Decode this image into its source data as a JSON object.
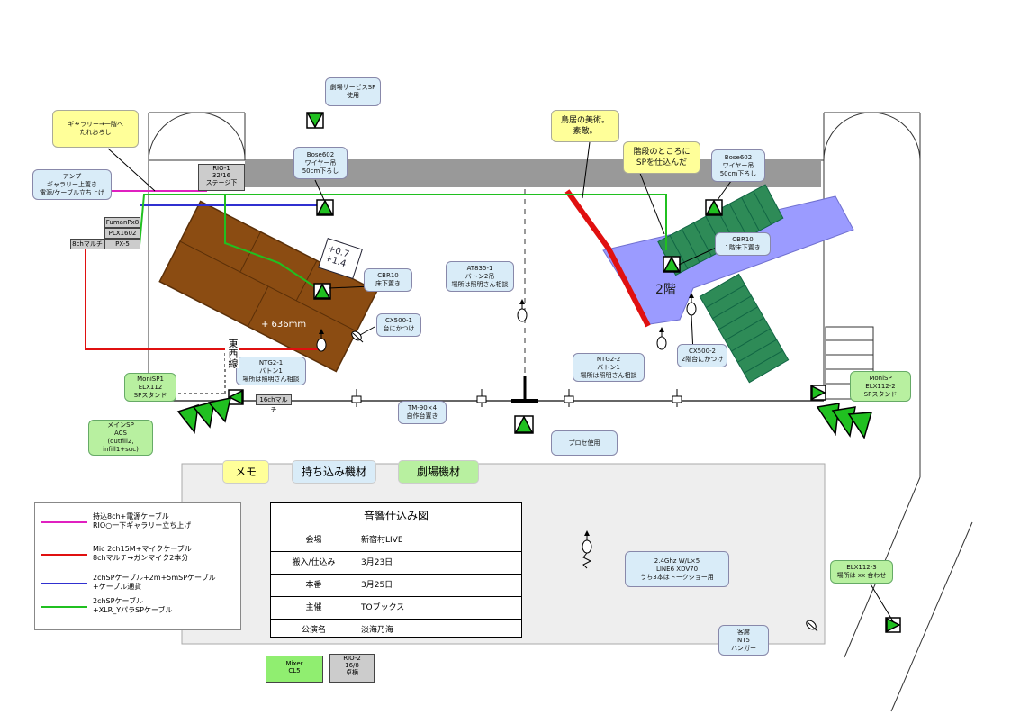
{
  "callouts": {
    "service_sp": [
      "劇場サービスSP",
      "使用"
    ],
    "gallery": [
      "ギャラリー→一階へ",
      "たれおろし"
    ],
    "amp": [
      "アンプ",
      "ギャラリー上置き",
      "電源/ケーブル立ち上げ"
    ],
    "bose_l": [
      "Bose602",
      "ワイヤー吊",
      "50cm下ろし"
    ],
    "bose_r": [
      "Bose602",
      "ワイヤー吊",
      "50cm下ろし"
    ],
    "torii": [
      "鳥居の美術。",
      "素敵。"
    ],
    "stairs_sp": [
      "階段のところに",
      "SPを仕込んだ"
    ],
    "cbr_l": [
      "CBR10",
      "床下置き"
    ],
    "cbr_r": [
      "CBR10",
      "1階床下置き"
    ],
    "at835": [
      "AT835-1",
      "バトン2吊",
      "場所は照明さん相談"
    ],
    "cx500_1": [
      "CX500-1",
      "台にかつけ"
    ],
    "cx500_2": [
      "CX500-2",
      "2階台にかつけ"
    ],
    "ntg2_1": [
      "NTG2-1",
      "バトン1",
      "場所は照明さん相談"
    ],
    "ntg2_2": [
      "NTG2-2",
      "バトン1",
      "場所は照明さん相談"
    ],
    "tm90": [
      "TM-90×4",
      "自作台置き"
    ],
    "prompt": [
      "プロセ使用"
    ],
    "monisp_l": [
      "MoniSP1",
      "ELX112",
      "SPスタンド"
    ],
    "monisp_r": [
      "MoniSP",
      "ELX112-2",
      "SPスタンド"
    ],
    "main_sp": [
      "メインSP",
      "ACS",
      "(outfill2, infill1+suc)"
    ],
    "wireless": [
      "2.4Ghz  W/L×5",
      "LINE6  XDV70",
      "うち3本はトークショー用"
    ],
    "elx3": [
      "ELX112-3",
      "場所は xx 合わせ"
    ],
    "nt5": [
      "客席",
      "NT5",
      "ハンガー"
    ]
  },
  "boxes": {
    "rio1": [
      "RIO-1",
      "32/16",
      "ステージ下"
    ],
    "fuman": "FumanPx8",
    "plx": "PLX1602",
    "px5": "PX-5",
    "mult8": "8chマルチ",
    "mult16": "16chマルチ",
    "mixer": [
      "Mixer",
      "CL5"
    ],
    "rio2": [
      "RIO-2",
      "16/8",
      "卓横"
    ]
  },
  "labels": {
    "second_floor": "2階",
    "dim1": "+0.7",
    "dim2": "+1.4",
    "height": "+ 636mm",
    "tokaishin": "東西線"
  },
  "tags": {
    "memo": "メモ",
    "bring": "持ち込み機材",
    "theater": "劇場機材"
  },
  "legend": [
    {
      "lines": [
        "持込8ch+電源ケーブル",
        "RIO○一下ギャラリー立ち上げ"
      ],
      "color": "#e020c0"
    },
    {
      "lines": [
        "Mic 2ch15M+マイクケーブル",
        "8chマルチ→ガンマイク2本分"
      ],
      "color": "#e01010"
    },
    {
      "lines": [
        "2chSPケーブル+2m+5mSPケーブル",
        "+ケーブル通貨"
      ],
      "color": "#3030d0"
    },
    {
      "lines": [
        "2chSPケーブル",
        "+XLR_YパラSPケーブル"
      ],
      "color": "#20c020"
    }
  ],
  "info": {
    "title": "音響仕込み図",
    "rows": [
      {
        "k": "会場",
        "v": "新宿村LIVE"
      },
      {
        "k": "搬入/仕込み",
        "v": "3月23日"
      },
      {
        "k": "本番",
        "v": "3月25日"
      },
      {
        "k": "主催",
        "v": "TOブックス"
      },
      {
        "k": "公演名",
        "v": "淡海乃海"
      }
    ]
  }
}
